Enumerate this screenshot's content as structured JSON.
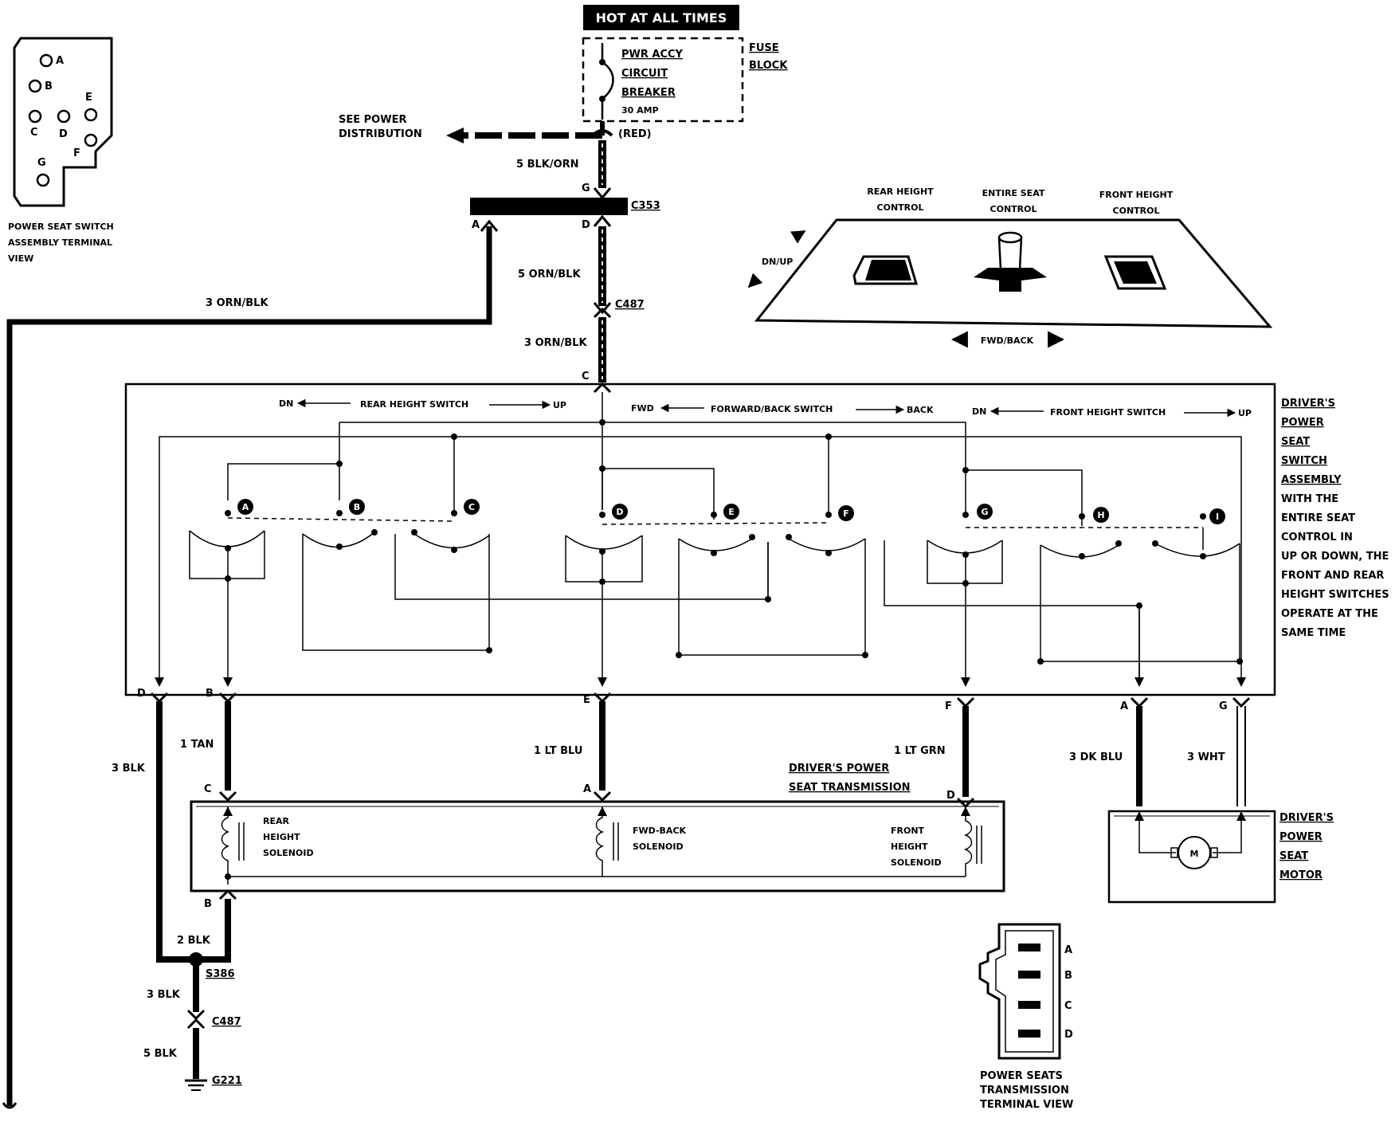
{
  "hot_header": "HOT AT ALL TIMES",
  "fuse": {
    "breaker_lines": [
      "PWR ACCY",
      "CIRCUIT",
      "BREAKER"
    ],
    "amp": "30 AMP",
    "block_lines": [
      "FUSE",
      "BLOCK"
    ]
  },
  "power_dist": [
    "SEE POWER",
    "DISTRIBUTION"
  ],
  "wires": {
    "red": "(RED)",
    "blk_orn_5": "5 BLK/ORN",
    "orn_blk_5": "5 ORN/BLK",
    "orn_blk_3a": "3 ORN/BLK",
    "orn_blk_3b": "3 ORN/BLK",
    "tan_1": "1 TAN",
    "lt_blu_1": "1 LT BLU",
    "lt_grn_1": "1 LT GRN",
    "dk_blu_3": "3 DK BLU",
    "wht_3": "3 WHT",
    "blk_3a": "3 BLK",
    "blk_2": "2 BLK",
    "blk_3b": "3 BLK",
    "blk_5": "5 BLK"
  },
  "connectors": {
    "c353": "C353",
    "c487_top": "C487",
    "c487_bottom": "C487",
    "s386": "S386",
    "g221": "G221"
  },
  "pins": {
    "g_top": "G",
    "a_c353": "A",
    "d_c353": "D",
    "c_top": "C",
    "d_out": "D",
    "b_out": "B",
    "e_out": "E",
    "f_out": "F",
    "a_out": "A",
    "g_out": "G",
    "c_trans": "C",
    "a_trans": "A",
    "d_trans": "D",
    "b_trans": "B"
  },
  "terminal_view": {
    "pins": [
      "A",
      "B",
      "C",
      "D",
      "E",
      "F",
      "G"
    ],
    "caption": [
      "POWER SEAT SWITCH",
      "ASSEMBLY TERMINAL",
      "VIEW"
    ]
  },
  "seat_control": {
    "rear": [
      "REAR HEIGHT",
      "CONTROL"
    ],
    "entire": [
      "ENTIRE SEAT",
      "CONTROL"
    ],
    "front": [
      "FRONT HEIGHT",
      "CONTROL"
    ],
    "dn_up": "DN/UP",
    "fwd_back": "FWD/BACK"
  },
  "switch_headers": {
    "rear": {
      "left": "DN",
      "mid": "REAR HEIGHT SWITCH",
      "right": "UP"
    },
    "fwd": {
      "left": "FWD",
      "mid": "FORWARD/BACK SWITCH",
      "right": "BACK"
    },
    "front": {
      "left": "DN",
      "mid": "FRONT HEIGHT SWITCH",
      "right": "UP"
    }
  },
  "switch_letters": [
    "A",
    "B",
    "C",
    "D",
    "E",
    "F",
    "G",
    "H",
    "I"
  ],
  "switch_assembly_label": [
    "DRIVER'S",
    "POWER",
    "SEAT",
    "SWITCH",
    "ASSEMBLY"
  ],
  "switch_assembly_note": [
    "WITH THE",
    "ENTIRE SEAT",
    "CONTROL IN",
    "UP OR DOWN, THE",
    "FRONT AND REAR",
    "HEIGHT SWITCHES",
    "OPERATE AT THE",
    "SAME TIME"
  ],
  "transmission": {
    "title": [
      "DRIVER'S POWER",
      "SEAT TRANSMISSION"
    ],
    "rear": [
      "REAR",
      "HEIGHT",
      "SOLENOID"
    ],
    "fwd": [
      "FWD-BACK",
      "SOLENOID"
    ],
    "front": [
      "FRONT",
      "HEIGHT",
      "SOLENOID"
    ]
  },
  "motor": {
    "label": [
      "DRIVER'S",
      "POWER",
      "SEAT",
      "MOTOR"
    ],
    "symbol": "M"
  },
  "trans_terminal": {
    "pins": [
      "A",
      "B",
      "C",
      "D"
    ],
    "caption": [
      "POWER SEATS",
      "TRANSMISSION",
      "TERMINAL VIEW"
    ]
  }
}
